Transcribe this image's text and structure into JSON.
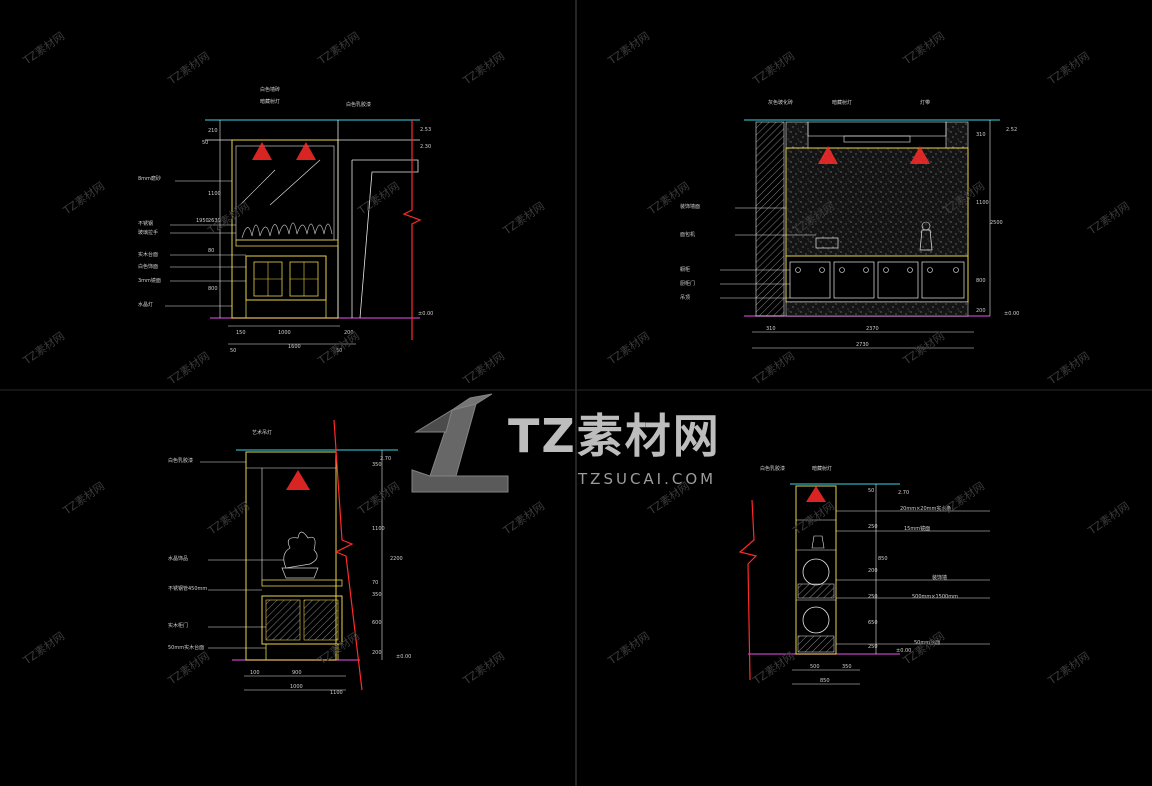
{
  "watermark": {
    "repeat_text": "TZ素材网",
    "brand": "TZ素材网",
    "site": "TZSUCAI.COM"
  },
  "drawings": {
    "top_left": {
      "labels": [
        "白色墙砖",
        "暗藏射灯",
        "白色乳胶漆",
        "8mm磨砂",
        "不锈钢",
        "玻璃拉手",
        "实木台面",
        "白色饰面",
        "3mm镜面",
        "水晶灯"
      ],
      "dims_right": [
        "2.53",
        "2.30",
        "±0.00"
      ],
      "dims_left": [
        "210",
        "50",
        "1100",
        "1950",
        "2630",
        "80",
        "800"
      ],
      "dims_bottom": [
        "150",
        "1000",
        "200",
        "50",
        "1600",
        "50"
      ]
    },
    "top_right": {
      "labels": [
        "灰色玻化砖",
        "暗藏射灯",
        "灯带",
        "装饰墙面",
        "面包机",
        "橱柜",
        "厨柜门",
        "吊顶"
      ],
      "dims_right": [
        "2.52",
        "±0.00"
      ],
      "dims_left": [
        "310",
        "1100",
        "2500",
        "800",
        "200"
      ],
      "dims_bottom": [
        "310",
        "2370",
        "2730"
      ]
    },
    "bottom_left": {
      "labels": [
        "艺术吊灯",
        "白色乳胶漆",
        "水晶饰品",
        "不锈钢管450mm",
        "实木柜门",
        "50mm实木台面"
      ],
      "dims_right": [
        "2.70",
        "±0.00"
      ],
      "dims_left": [
        "350",
        "1100",
        "2200",
        "70",
        "350",
        "600",
        "200"
      ],
      "dims_bottom": [
        "100",
        "900",
        "1000",
        "1100"
      ]
    },
    "bottom_right": {
      "labels": [
        "白色乳胶漆",
        "暗藏射灯",
        "20mm×20mm实木条",
        "15mm镜面",
        "装饰墙",
        "500mm×1500mm",
        "50mm台面"
      ],
      "dims_right": [
        "2.70",
        "±0.00"
      ],
      "dims_left": [
        "50",
        "250",
        "850",
        "200",
        "250",
        "650",
        "250"
      ],
      "dims_bottom": [
        "500",
        "350",
        "850"
      ]
    }
  },
  "colors": {
    "background": "#000000",
    "line_white": "#e8e8e8",
    "line_yellow": "#e8d24a",
    "line_cyan": "#37d6e0",
    "line_red": "#ff2a2a",
    "line_magenta": "#c040c0"
  }
}
